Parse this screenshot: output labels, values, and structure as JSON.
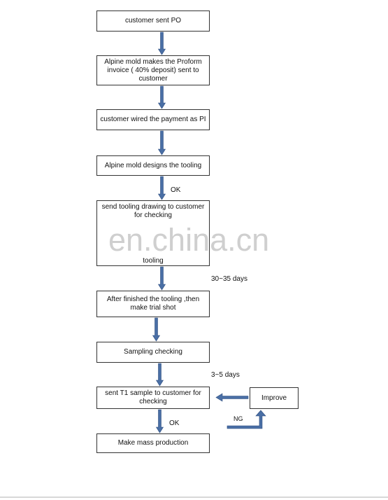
{
  "steps": {
    "s1": "customer sent PO",
    "s2": "Alpine mold makes the Proform invoice ( 40%  deposit)  sent to customer",
    "s3": "customer wired the payment as PI",
    "s4": "Alpine mold designs the tooling",
    "s5_line1": "send tooling drawing to customer for checking",
    "s5_line2": "tooling",
    "s6": "After finished the tooling ,then make trial shot",
    "s7": "Sampling checking",
    "s8": "sent T1 sample to customer for checking",
    "s9": "Make mass production",
    "improve": "Improve"
  },
  "labels": {
    "ok1": "OK",
    "days1": "30~35 days",
    "days2": "3~5 days",
    "ng": "NG",
    "ok2": "OK"
  },
  "watermark": "en.china.cn",
  "colors": {
    "arrow_fill": "#4a6fa5",
    "arrow_stroke": "#2f4f80",
    "box_border": "#333333"
  }
}
